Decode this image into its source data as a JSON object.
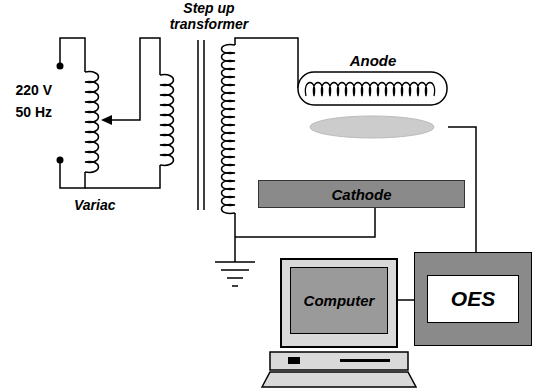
{
  "diagram": {
    "nodes": [
      {
        "text": [
          "Anode"
        ]
      },
      {
        "text": [
          "Cathode"
        ]
      },
      {
        "text": [
          "Computer"
        ]
      },
      {
        "text": [
          "OES"
        ]
      }
    ],
    "edges": [
      {
        "from": 0,
        "to": 3,
        "arrow": "none"
      },
      {
        "from": 2,
        "to": 3,
        "arrow": "none"
      }
    ],
    "labels": [
      "Step up transformer",
      "220 V",
      "50 Hz",
      "Variac"
    ]
  }
}
